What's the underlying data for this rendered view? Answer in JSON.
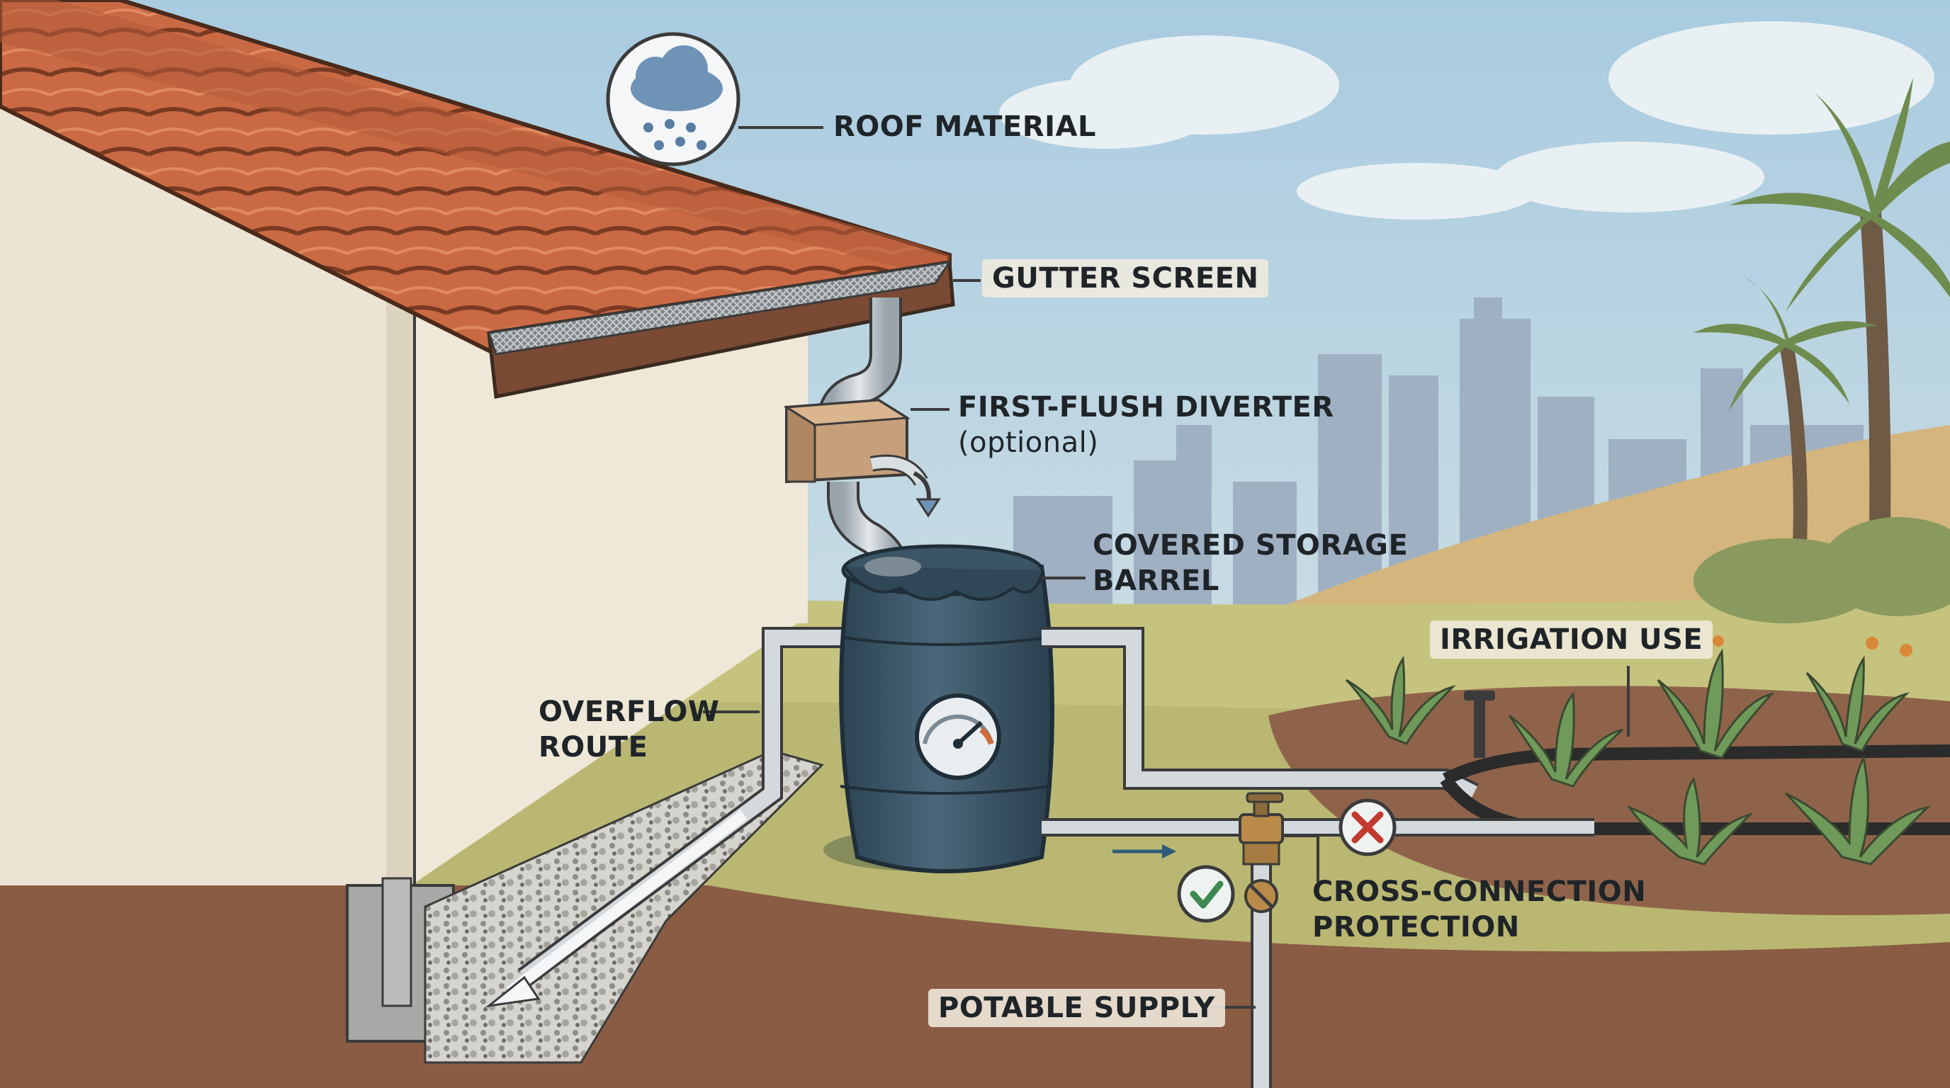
{
  "labels": {
    "roof_material": "ROOF MATERIAL",
    "gutter_screen": "GUTTER SCREEN",
    "first_flush_title": "FIRST-FLUSH DIVERTER",
    "first_flush_note": "(optional)",
    "storage_line1": "COVERED STORAGE",
    "storage_line2": "BARREL",
    "overflow_line1": "OVERFLOW",
    "overflow_line2": "ROUTE",
    "irrigation": "IRRIGATION USE",
    "cross_line1": "CROSS-CONNECTION",
    "cross_line2": "PROTECTION",
    "potable": "POTABLE SUPPLY"
  },
  "icons": [
    "rain-cloud-icon",
    "gauge-icon",
    "check-icon",
    "cross-icon",
    "flow-arrow-icon"
  ],
  "colors": {
    "sky": "#bcd6e4",
    "roof_tile": "#c96a45",
    "barrel": "#3a5466",
    "pipe": "#c7ced4",
    "soil": "#8a5c44",
    "grass": "#c3c07a",
    "check_green": "#3c8a52",
    "cross_red": "#c23a2e"
  }
}
